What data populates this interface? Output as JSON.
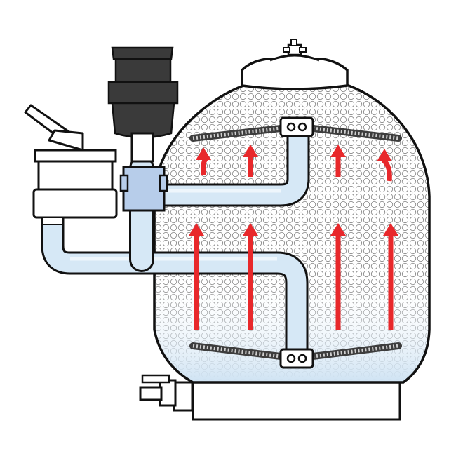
{
  "diagram": {
    "subject": "sand-filter-backwash-flow",
    "colors": {
      "outline": "#111111",
      "tank_fill": "#ffffff",
      "media_pattern": "#8c8c8c",
      "water_tint": "#cfe3f3",
      "pipe_fill": "#d6e8f6",
      "pipe_highlight": "#eef6fc",
      "coupling_fill": "#b7cdea",
      "flow_arrow": "#e8282b",
      "gauge_cap": "#3a3a3a",
      "lateral": "#3d3d3d"
    },
    "flow_direction": "upward",
    "components": [
      "tank",
      "tank-lid",
      "air-relief-valve",
      "multiport-valve",
      "valve-handle",
      "pressure-gauge",
      "pipe-coupling",
      "inlet-pipe",
      "outlet-pipe",
      "upper-laterals",
      "lower-laterals",
      "drain-valve",
      "flow-arrows"
    ]
  }
}
